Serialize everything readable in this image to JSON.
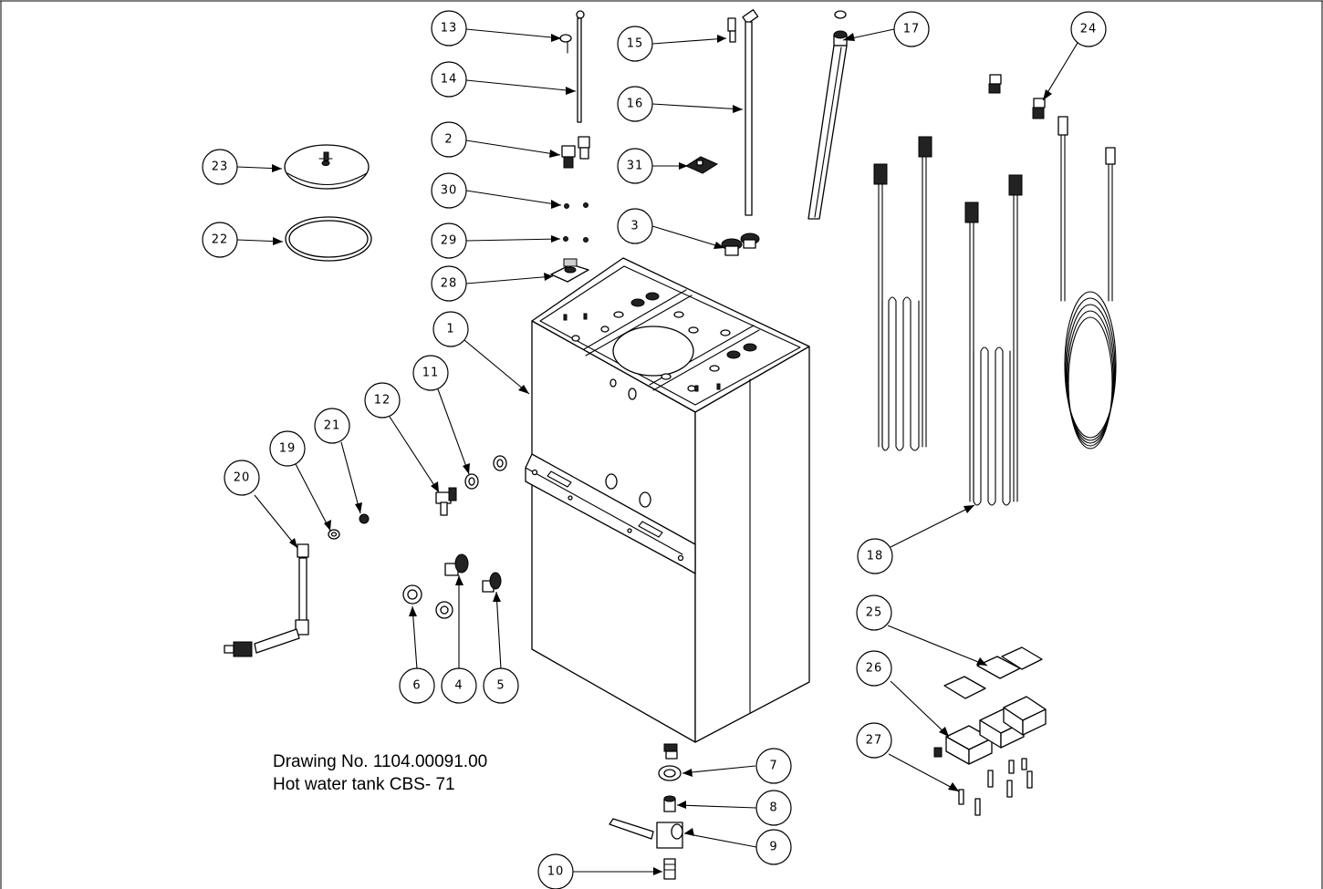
{
  "drawing": {
    "number_line": "Drawing No. 1104.00091.00",
    "title_line": "Hot water tank CBS- 71"
  },
  "balloons": [
    {
      "id": "13",
      "label": "13"
    },
    {
      "id": "14",
      "label": "14"
    },
    {
      "id": "2",
      "label": "2"
    },
    {
      "id": "30",
      "label": "30"
    },
    {
      "id": "29",
      "label": "29"
    },
    {
      "id": "28",
      "label": "28"
    },
    {
      "id": "15",
      "label": "15"
    },
    {
      "id": "16",
      "label": "16"
    },
    {
      "id": "31",
      "label": "31"
    },
    {
      "id": "3",
      "label": "3"
    },
    {
      "id": "17",
      "label": "17"
    },
    {
      "id": "24",
      "label": "24"
    },
    {
      "id": "23",
      "label": "23"
    },
    {
      "id": "22",
      "label": "22"
    },
    {
      "id": "1",
      "label": "1"
    },
    {
      "id": "12",
      "label": "12"
    },
    {
      "id": "11",
      "label": "11"
    },
    {
      "id": "21",
      "label": "21"
    },
    {
      "id": "19",
      "label": "19"
    },
    {
      "id": "20",
      "label": "20"
    },
    {
      "id": "6",
      "label": "6"
    },
    {
      "id": "4",
      "label": "4"
    },
    {
      "id": "5",
      "label": "5"
    },
    {
      "id": "18",
      "label": "18"
    },
    {
      "id": "25",
      "label": "25"
    },
    {
      "id": "26",
      "label": "26"
    },
    {
      "id": "27",
      "label": "27"
    },
    {
      "id": "7",
      "label": "7"
    },
    {
      "id": "8",
      "label": "8"
    },
    {
      "id": "9",
      "label": "9"
    },
    {
      "id": "10",
      "label": "10"
    }
  ]
}
